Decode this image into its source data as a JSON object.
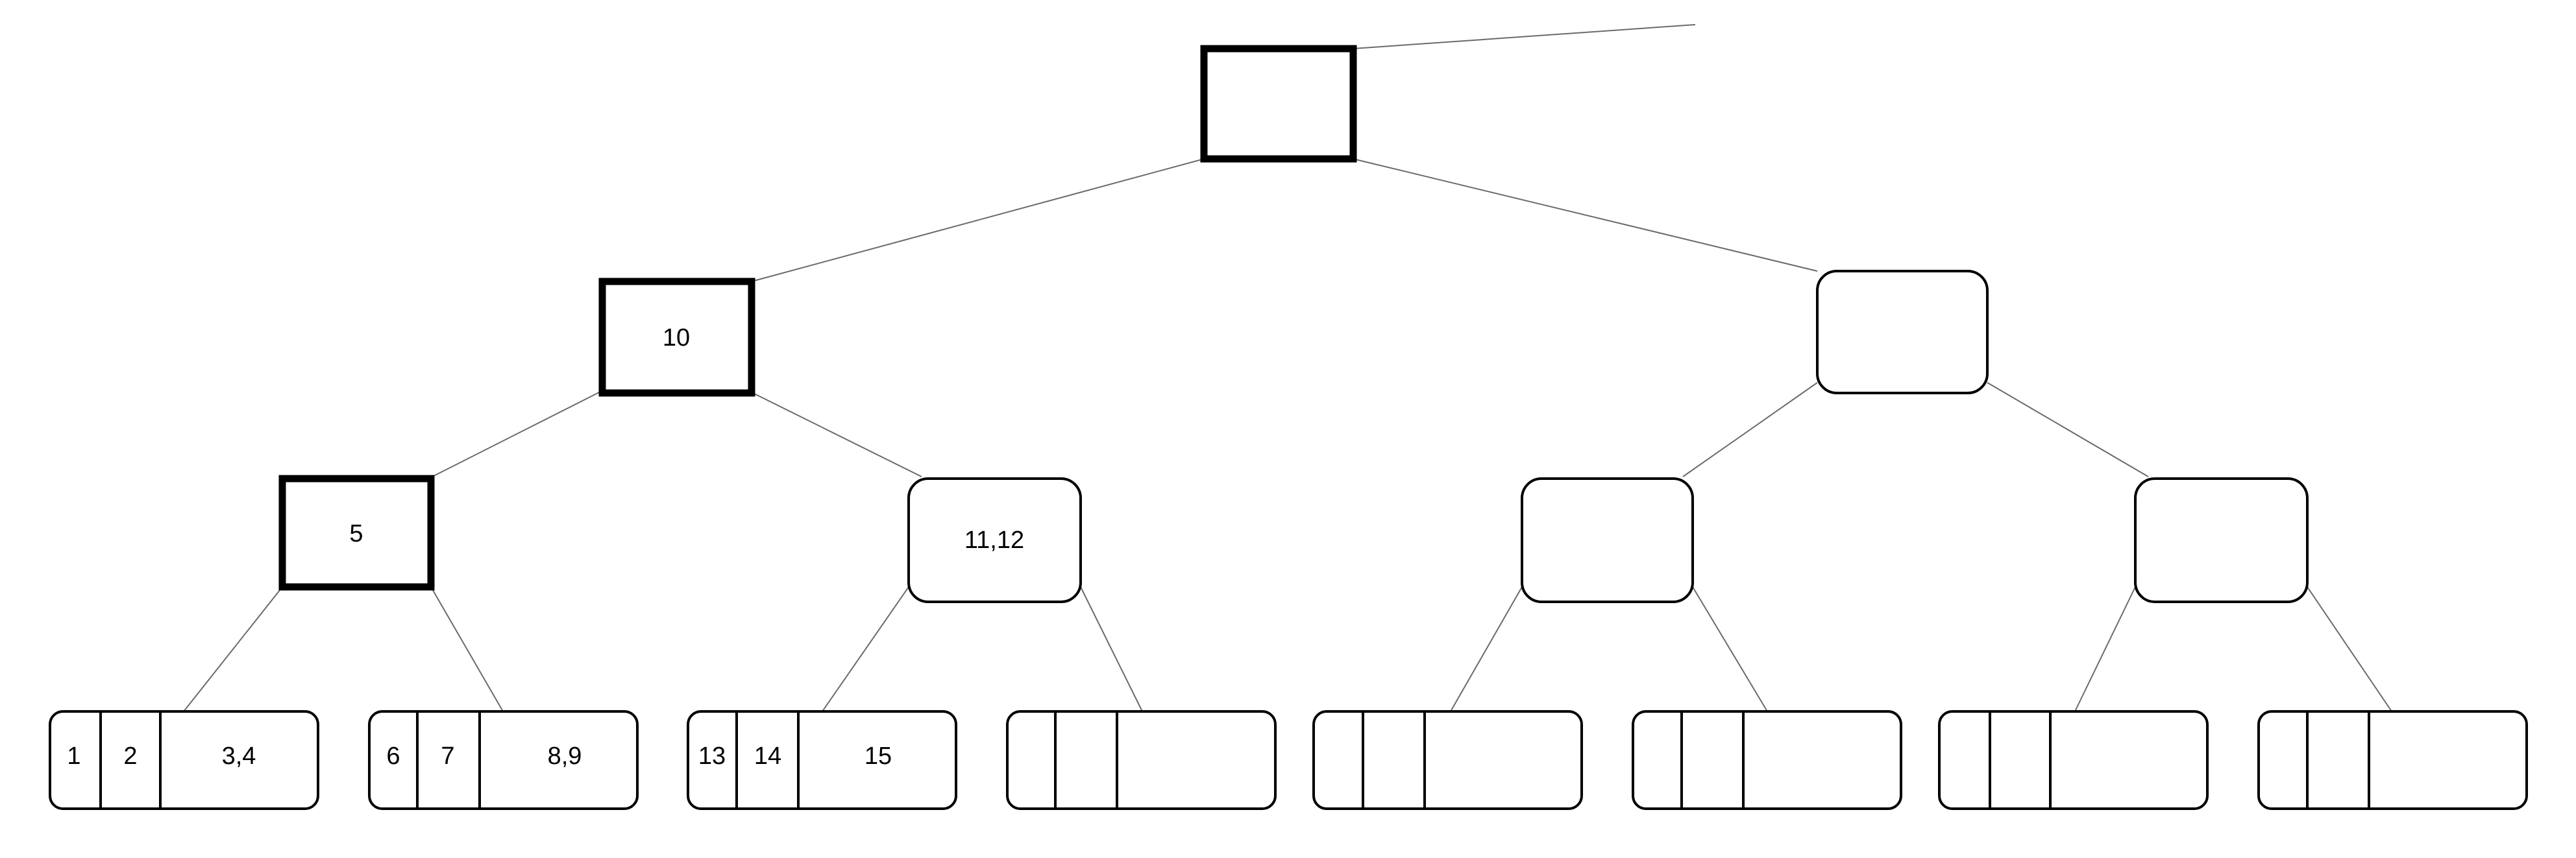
{
  "diagram": {
    "title": "",
    "nodes": {
      "root": {
        "label": ""
      },
      "l1_left": {
        "label": "10"
      },
      "l1_right": {
        "label": ""
      },
      "l2_a": {
        "label": "5"
      },
      "l2_b": {
        "label": "11,12"
      },
      "l2_c": {
        "label": ""
      },
      "l2_d": {
        "label": ""
      }
    },
    "leaves": [
      {
        "cells": [
          "1",
          "2",
          "3,4"
        ]
      },
      {
        "cells": [
          "6",
          "7",
          "8,9"
        ]
      },
      {
        "cells": [
          "13",
          "14",
          "15"
        ]
      },
      {
        "cells": [
          "",
          "",
          ""
        ]
      },
      {
        "cells": [
          "",
          "",
          ""
        ]
      },
      {
        "cells": [
          "",
          "",
          ""
        ]
      },
      {
        "cells": [
          "",
          "",
          ""
        ]
      },
      {
        "cells": [
          "",
          "",
          ""
        ]
      }
    ]
  }
}
